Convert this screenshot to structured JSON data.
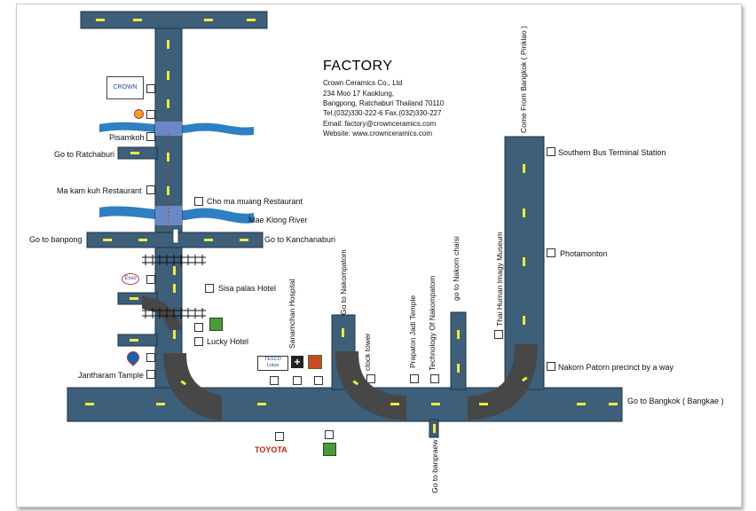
{
  "header": {
    "title": "FACTORY",
    "company": "Crown Ceramics Co., Ltd",
    "address_1": "234 Moo 17 Kaoklung,",
    "address_2": "Bangpong, Ratchaburi Thailand 70110",
    "tel_fax": "Tel.(032)330-222-6  Fax.(032)330-227",
    "email": "Email: factory@crownceramics.com",
    "website": "Website: www.crownceramics.com"
  },
  "labels": {
    "pisamkoh": "Pisamkoh",
    "go_ratchaburi": "Go to Ratchaburi",
    "ma_kam_kuh": "Ma kam kuh Restaurant",
    "cho_ma_muang": "Cho ma muang Restaurant",
    "mae_klong": "Mae Klong River",
    "go_banpong": "Go to banpong",
    "go_kanchanaburi": "Go to Kanchanaburi",
    "sisa_palas": "Sisa palas Hotel",
    "lucky_hotel": "Lucky Hotel",
    "jantharam": "Jantharam Tample",
    "southern_bus": "Southern  Bus Terminal Station",
    "photamonton": "Photamonton",
    "nakorn_patorn": "Nakorn Patorn precinct by a way",
    "go_bangkok": "Go to Bangkok  ( Bangkae )",
    "come_bangkok": "Come From Bangkok ( Pinklao )",
    "sanamchan": "Sanamchan Hospital",
    "go_nakompatom": "Go to Nakompatom",
    "clock_tower": "clock tower",
    "prapaton": "Prapaton Jadi Temple",
    "technology": "Technology Of Nakompatom",
    "go_nakorn_chaisi": "go to Nakorn chaisi",
    "museum": "Thai Human Imagy Museum",
    "go_banpraew": "Go to banpraew"
  },
  "logos": {
    "crown": "CROWN",
    "esso": "Esso",
    "tesco": "TESCO Lotus",
    "toyota": "TOYOTA"
  },
  "colors": {
    "road": "#3d5f7a",
    "road_edge": "#1f3344",
    "curve": "#474747",
    "lane": "#f2ea3a",
    "river": "#2f7fc3"
  }
}
